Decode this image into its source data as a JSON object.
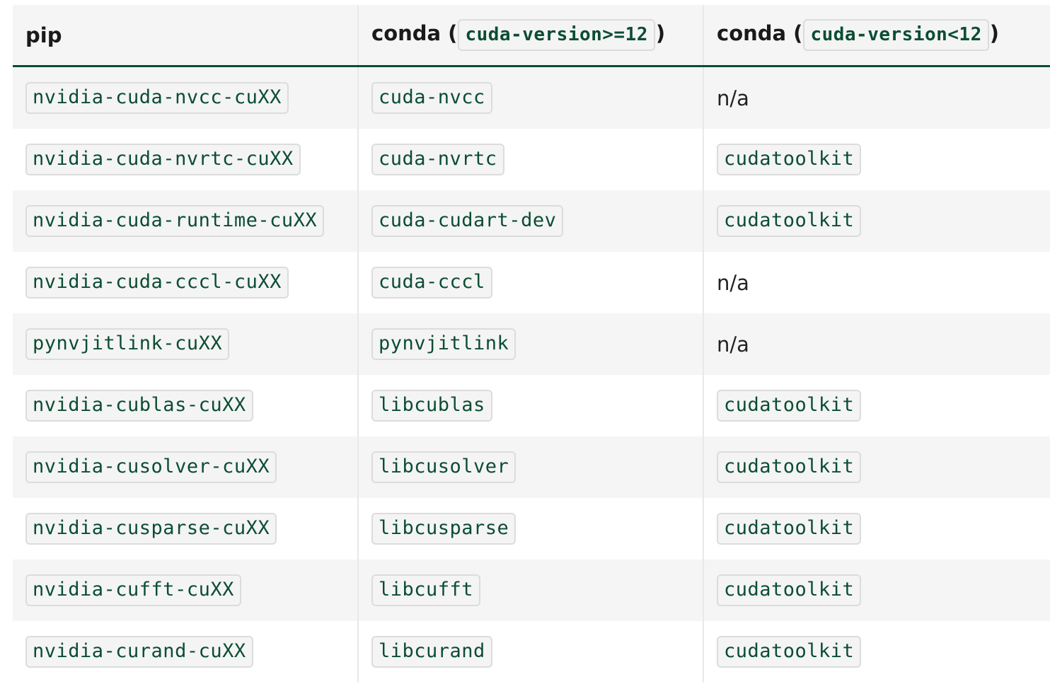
{
  "table": {
    "headers": [
      {
        "label": "pip"
      },
      {
        "prefix": "conda (",
        "code": "cuda-version>=12",
        "suffix": ")"
      },
      {
        "prefix": "conda (",
        "code": "cuda-version<12",
        "suffix": ")"
      }
    ],
    "rows": [
      {
        "pip": "nvidia-cuda-nvcc-cuXX",
        "conda12": "cuda-nvcc",
        "conda11": "n/a",
        "conda11_is_code": false
      },
      {
        "pip": "nvidia-cuda-nvrtc-cuXX",
        "conda12": "cuda-nvrtc",
        "conda11": "cudatoolkit",
        "conda11_is_code": true
      },
      {
        "pip": "nvidia-cuda-runtime-cuXX",
        "conda12": "cuda-cudart-dev",
        "conda11": "cudatoolkit",
        "conda11_is_code": true
      },
      {
        "pip": "nvidia-cuda-cccl-cuXX",
        "conda12": "cuda-cccl",
        "conda11": "n/a",
        "conda11_is_code": false
      },
      {
        "pip": "pynvjitlink-cuXX",
        "conda12": "pynvjitlink",
        "conda11": "n/a",
        "conda11_is_code": false
      },
      {
        "pip": "nvidia-cublas-cuXX",
        "conda12": "libcublas",
        "conda11": "cudatoolkit",
        "conda11_is_code": true
      },
      {
        "pip": "nvidia-cusolver-cuXX",
        "conda12": "libcusolver",
        "conda11": "cudatoolkit",
        "conda11_is_code": true
      },
      {
        "pip": "nvidia-cusparse-cuXX",
        "conda12": "libcusparse",
        "conda11": "cudatoolkit",
        "conda11_is_code": true
      },
      {
        "pip": "nvidia-cufft-cuXX",
        "conda12": "libcufft",
        "conda11": "cudatoolkit",
        "conda11_is_code": true
      },
      {
        "pip": "nvidia-curand-cuXX",
        "conda12": "libcurand",
        "conda11": "cudatoolkit",
        "conda11_is_code": true
      }
    ]
  },
  "colors": {
    "code_text": "#0b4d33",
    "header_rule": "#0b4d33",
    "stripe": "#f5f5f5"
  }
}
